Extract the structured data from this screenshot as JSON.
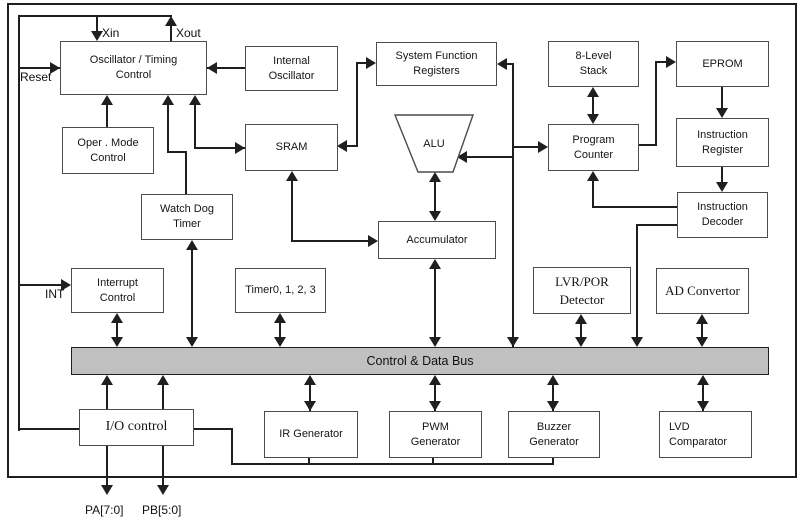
{
  "diagram": {
    "bus_label": "Control  &  Data Bus",
    "pins": {
      "xin": "Xin",
      "xout": "Xout",
      "reset": "Reset",
      "int": "INT",
      "pa": "PA[7:0]",
      "pb": "PB[5:0]"
    },
    "blocks": {
      "oscillator_timing_control": {
        "lines": [
          "Oscillator / Timing",
          "Control"
        ]
      },
      "internal_oscillator": {
        "lines": [
          "Internal",
          "Oscillator"
        ]
      },
      "system_function_registers": {
        "lines": [
          "System Function",
          "Registers"
        ]
      },
      "eight_level_stack": {
        "lines": [
          "8-Level",
          "Stack"
        ]
      },
      "eprom": {
        "lines": [
          "EPROM"
        ]
      },
      "oper_mode_control": {
        "lines": [
          "Oper . Mode",
          "Control"
        ]
      },
      "sram": {
        "lines": [
          "SRAM"
        ]
      },
      "alu": {
        "lines": [
          "ALU"
        ]
      },
      "program_counter": {
        "lines": [
          "Program",
          "Counter"
        ]
      },
      "instruction_register": {
        "lines": [
          "Instruction",
          "Register"
        ]
      },
      "watch_dog_timer": {
        "lines": [
          "Watch Dog",
          "Timer"
        ]
      },
      "instruction_decoder": {
        "lines": [
          "Instruction",
          "Decoder"
        ]
      },
      "accumulator": {
        "lines": [
          "Accumulator"
        ]
      },
      "interrupt_control": {
        "lines": [
          "Interrupt",
          "Control"
        ]
      },
      "timers": {
        "lines": [
          "Timer0, 1, 2, 3"
        ]
      },
      "lvr_por_detector": {
        "lines": [
          "LVR/POR",
          "Detector"
        ]
      },
      "ad_convertor": {
        "lines": [
          "AD Convertor"
        ]
      },
      "io_control": {
        "lines": [
          "I/O control"
        ]
      },
      "ir_generator": {
        "lines": [
          "IR Generator"
        ]
      },
      "pwm_generator": {
        "lines": [
          "PWM",
          "Generator"
        ]
      },
      "buzzer_generator": {
        "lines": [
          "Buzzer",
          "Generator"
        ]
      },
      "lvd_comparator": {
        "lines": [
          "LVD",
          "Comparator"
        ]
      }
    },
    "colors": {
      "bus_fill": "#c0c0c0",
      "line": "#1f1f1f",
      "box_border": "#4c4c4c",
      "background": "#ffffff"
    }
  }
}
